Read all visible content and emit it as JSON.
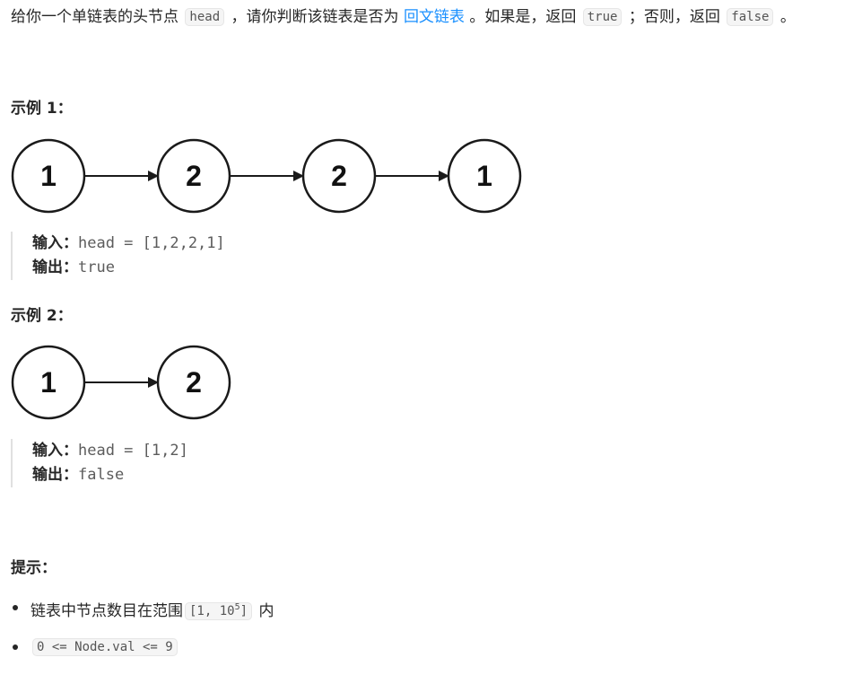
{
  "intro": {
    "t1": "给你一个单链表的头节点",
    "code_head": "head",
    "t2": "，请你判断该链表是否为",
    "link": "回文链表",
    "t3": "。如果是，返回",
    "code_true": "true",
    "t4": "；否则，返回",
    "code_false": "false",
    "t5": "。"
  },
  "example1": {
    "heading": "示例 1：",
    "nodes": [
      "1",
      "2",
      "2",
      "1"
    ],
    "input_label": "输入：",
    "input_value": "head = [1,2,2,1]",
    "output_label": "输出：",
    "output_value": "true"
  },
  "example2": {
    "heading": "示例 2：",
    "nodes": [
      "1",
      "2"
    ],
    "input_label": "输入：",
    "input_value": "head = [1,2]",
    "output_label": "输出：",
    "output_value": "false"
  },
  "hints": {
    "heading": "提示：",
    "item1_text": "链表中节点数目在范围",
    "item1_code_base": "[1, 10",
    "item1_code_exp": "5",
    "item1_code_end": "]",
    "item1_suffix": "内",
    "item2_code": "0 <= Node.val <= 9"
  },
  "colors": {
    "link": "#1a90ff",
    "node_stroke": "#1a1a1a"
  }
}
